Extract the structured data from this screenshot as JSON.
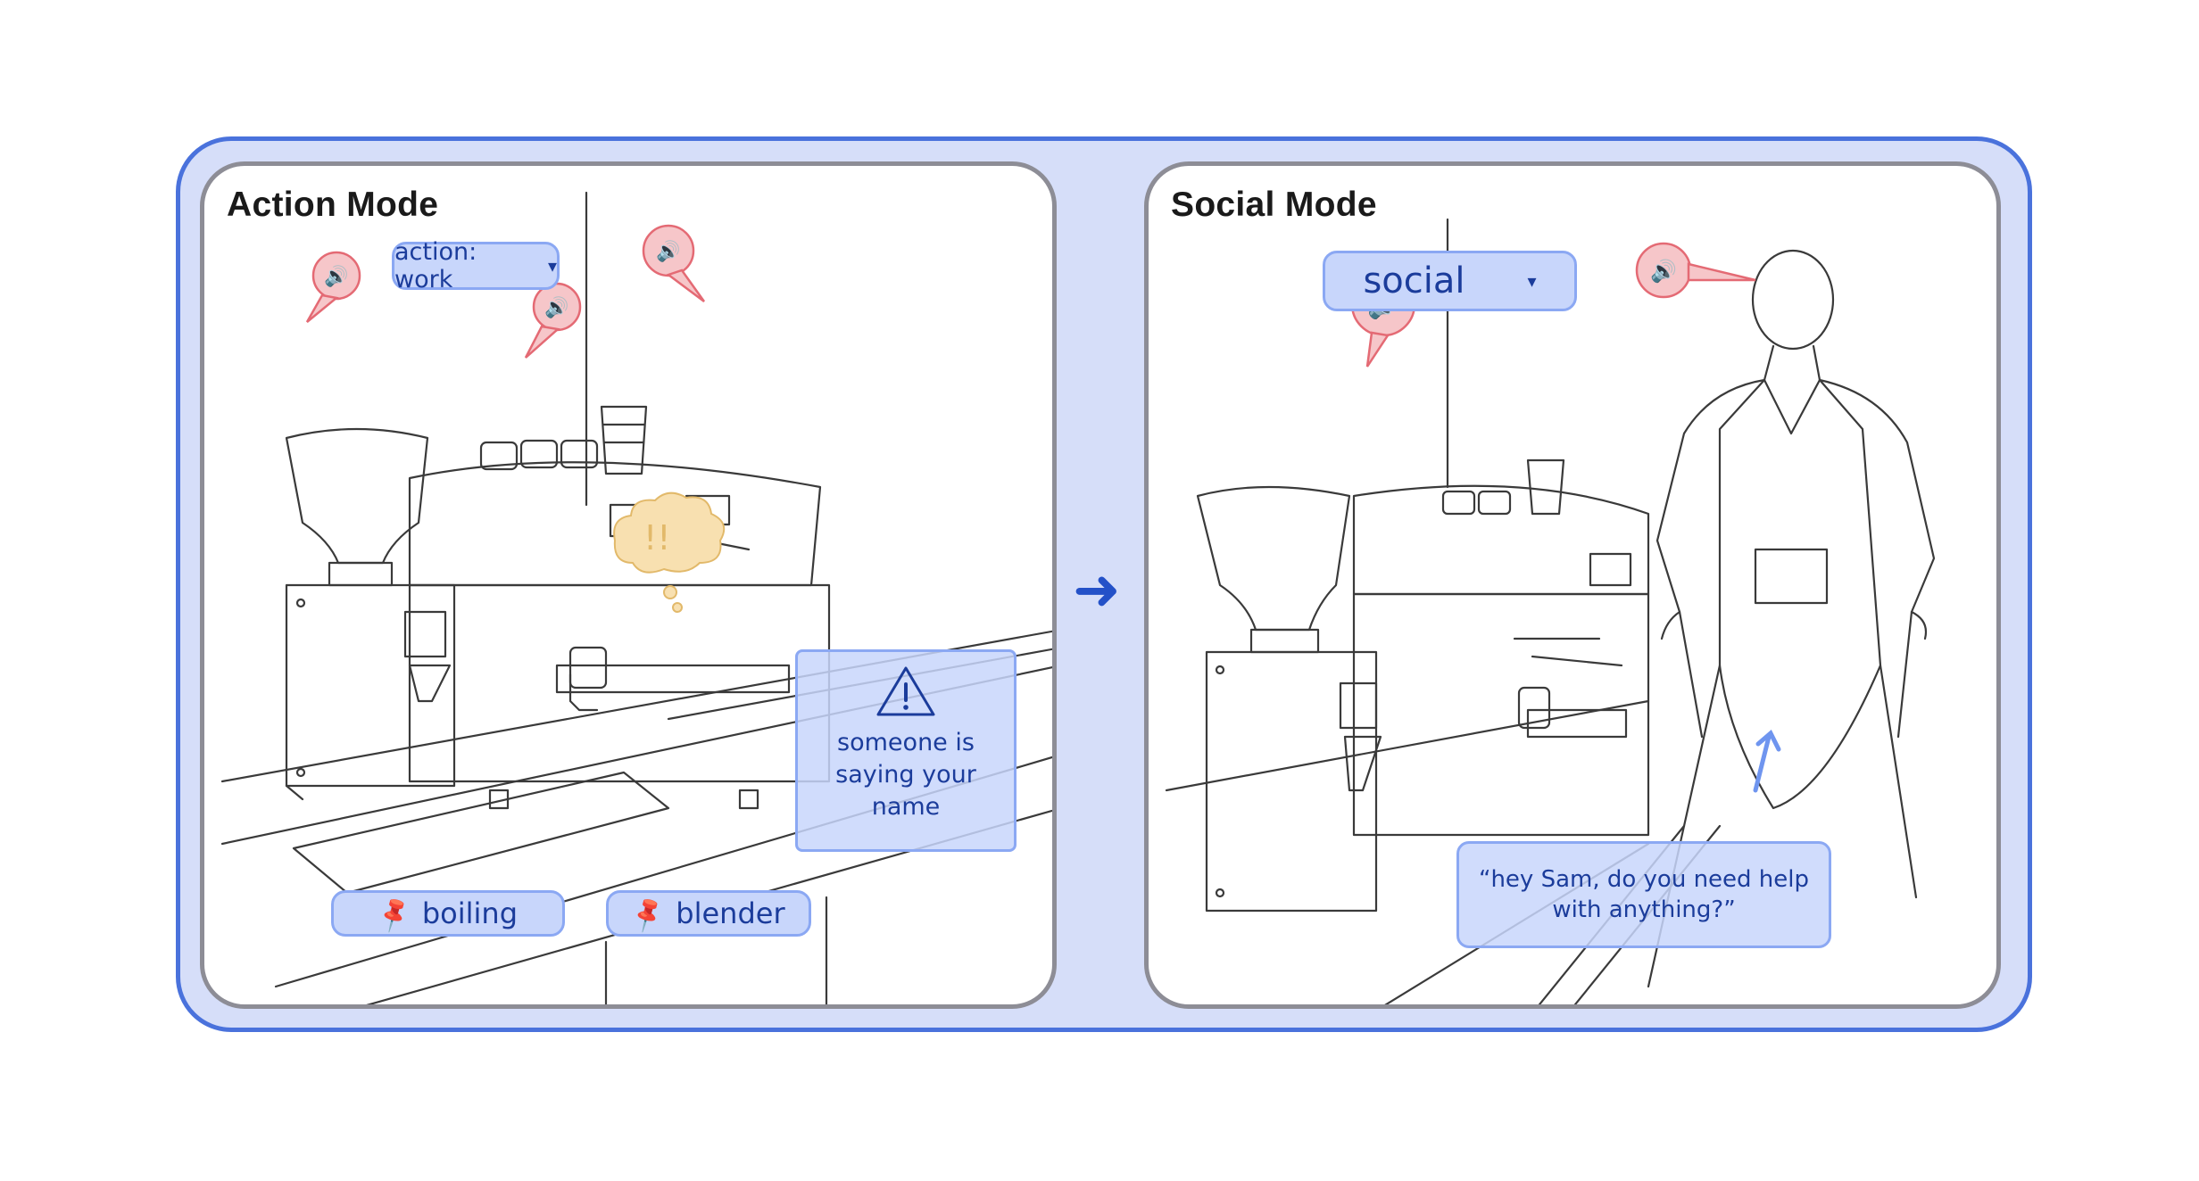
{
  "left_panel": {
    "title": "Action Mode",
    "dropdown": {
      "label": "action: work",
      "caret": "▾"
    },
    "alert": {
      "icon": "warning-icon",
      "message": "someone is saying your name"
    },
    "tags": [
      {
        "label": "boiling",
        "icon": "pin-icon"
      },
      {
        "label": "blender",
        "icon": "pin-icon"
      }
    ],
    "thought_bubble": "!!"
  },
  "transition_arrow": "➜",
  "right_panel": {
    "title": "Social Mode",
    "dropdown": {
      "label": "social",
      "caret": "▾"
    },
    "quote": "“hey Sam, do you need help with anything?”"
  },
  "colors": {
    "frame_fill": "#d6def9",
    "frame_border": "#4a72dc",
    "chip_fill": "#c8d6fb",
    "chip_text": "#1b3c9b",
    "sound_bubble": "#f6c6c9",
    "sound_bubble_stroke": "#e46a74",
    "thought_bubble": "#f8e0b0"
  }
}
